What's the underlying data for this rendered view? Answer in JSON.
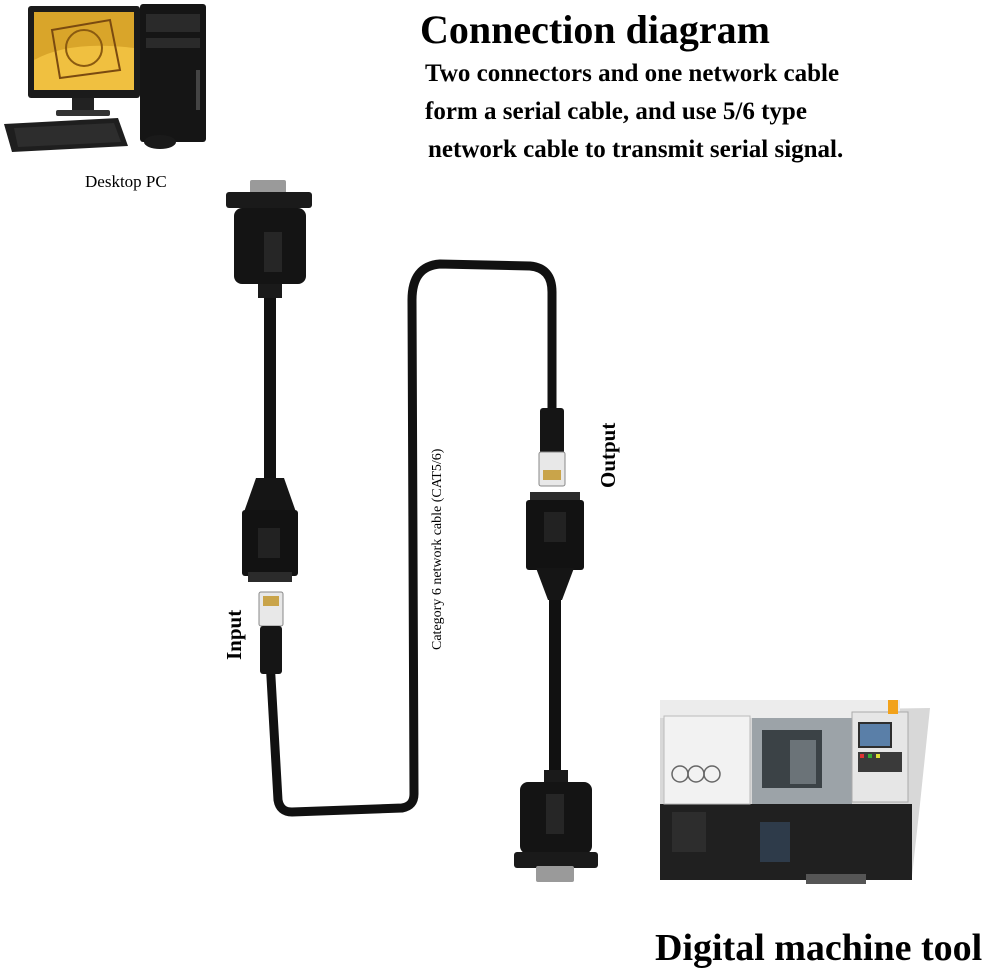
{
  "title": "Connection diagram",
  "description_lines": [
    "Two connectors and one network cable",
    "form a serial cable, and use 5/6 type",
    "network cable to transmit serial signal."
  ],
  "labels": {
    "desktop_pc": "Desktop PC",
    "input": "Input",
    "output": "Output",
    "cable": "Category 6 network cable (CAT5/6)",
    "machine_tool": "Digital machine tool"
  },
  "colors": {
    "cable": "#111111",
    "connector": "#1a1a1a",
    "accent": "#f2a21b"
  }
}
